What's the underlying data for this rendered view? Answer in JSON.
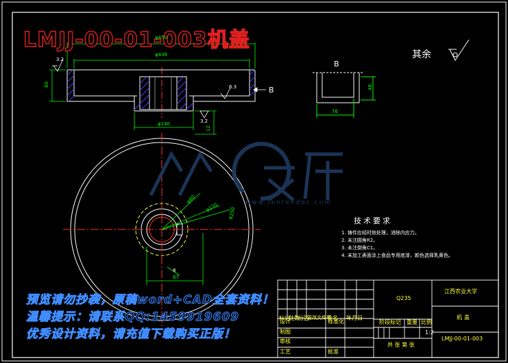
{
  "drawing": {
    "title": "LMJJ-00-01-003机盖",
    "rest_finish_label": "其余",
    "section_label_right": "B",
    "section_label_detail": "B"
  },
  "dimensions": {
    "d450": "φ450",
    "d436": "φ436",
    "d140": "φ140",
    "h80": "80",
    "h12": "12",
    "r32a": "3.2",
    "r32b": "3.2",
    "r63": "6.3",
    "w48": "48",
    "w76": "76",
    "d80": "φ80",
    "d120": "φ120",
    "d250": "R250",
    "d87": "87",
    "a8": "8"
  },
  "technical_requirements": {
    "title": "技术要求",
    "items": [
      "1. 铸件应经时效处理，消除内应力。",
      "2. 未注圆角R2。",
      "3. 未注倒角C1。",
      "4. 未加工表面涂上食品专用底漆，颜色选择乳黄色。"
    ]
  },
  "watermark": {
    "lines": [
      "预览请勿抄袭，原稿word+CAD全套资料！",
      "温馨提示：请联系QQ:1459919609",
      "优秀设计资料，请充值下载购买正版！"
    ],
    "site_logo_text": "人人文库",
    "site_domain": "www.renrendoc.com"
  },
  "title_block": {
    "material": "Q235",
    "school": "江西农业大学",
    "part_name": "机盖",
    "drawing_no": "LMJJ-00-01-003",
    "scale": "1:2",
    "scale_label": "比例",
    "weight_label": "重量",
    "stage_label": "阶段标记",
    "sheets_label": "共 张 第 张",
    "header_cells": [
      "标记",
      "处数",
      "分区",
      "更改文件号",
      "签名",
      "年月日"
    ],
    "left_labels": [
      "设计",
      "制图",
      "审核",
      "工艺"
    ],
    "std_label": "标准化",
    "approve_label": "批准"
  },
  "colors": {
    "background": "#000000",
    "frame": "#ffffff",
    "dimension": "#00ff00",
    "section_hatch": "#4040ff",
    "centerline": "#ff3030",
    "title_stroke": "#e02020",
    "watermark": "#3f8cff"
  }
}
